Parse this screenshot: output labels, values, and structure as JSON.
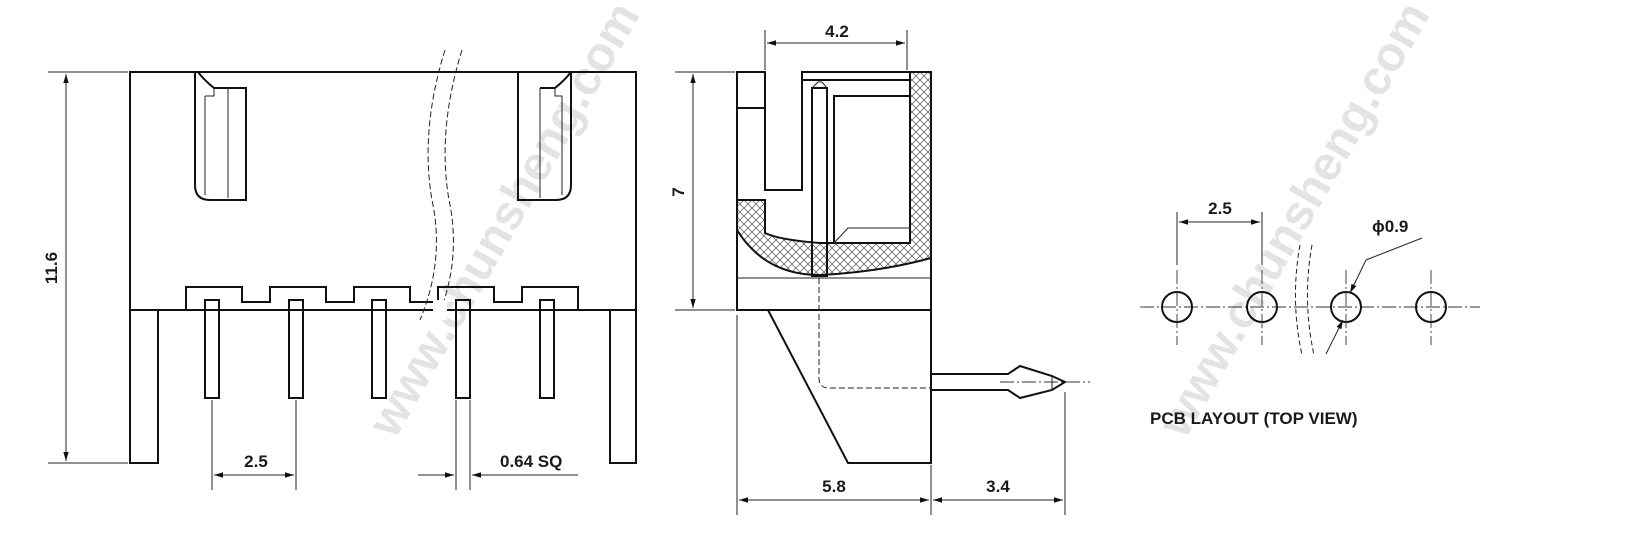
{
  "watermark": "www.chunsheng.com",
  "front_view": {
    "height_dim": "11.6",
    "pitch_dim": "2.5",
    "pin_dim": "0.64 SQ"
  },
  "side_view": {
    "top_dim": "4.2",
    "height_dim": "7",
    "base_dim": "5.8",
    "pin_extension_dim": "3.4"
  },
  "pcb_layout": {
    "pitch_dim": "2.5",
    "hole_dim": "ϕ0.9",
    "caption": "PCB LAYOUT (TOP VIEW)"
  }
}
